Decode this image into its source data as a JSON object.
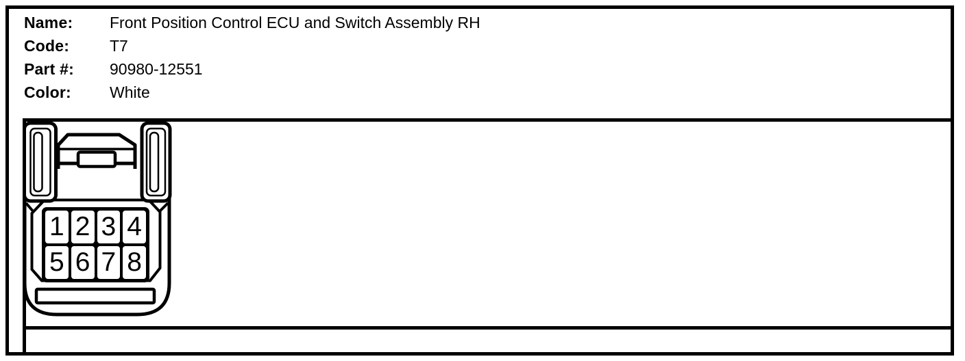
{
  "header": {
    "fields": [
      {
        "label": "Name:",
        "value": "Front Position Control ECU and Switch Assembly RH"
      },
      {
        "label": "Code:",
        "value": "T7"
      },
      {
        "label": "Part #:",
        "value": "90980-12551"
      },
      {
        "label": "Color:",
        "value": "White"
      }
    ]
  },
  "connector": {
    "code": "T7",
    "pin_rows": 2,
    "pin_columns": 4,
    "pins": [
      "1",
      "2",
      "3",
      "4",
      "5",
      "6",
      "7",
      "8"
    ]
  },
  "colors": {
    "ink": "#000000",
    "paper": "#ffffff"
  }
}
